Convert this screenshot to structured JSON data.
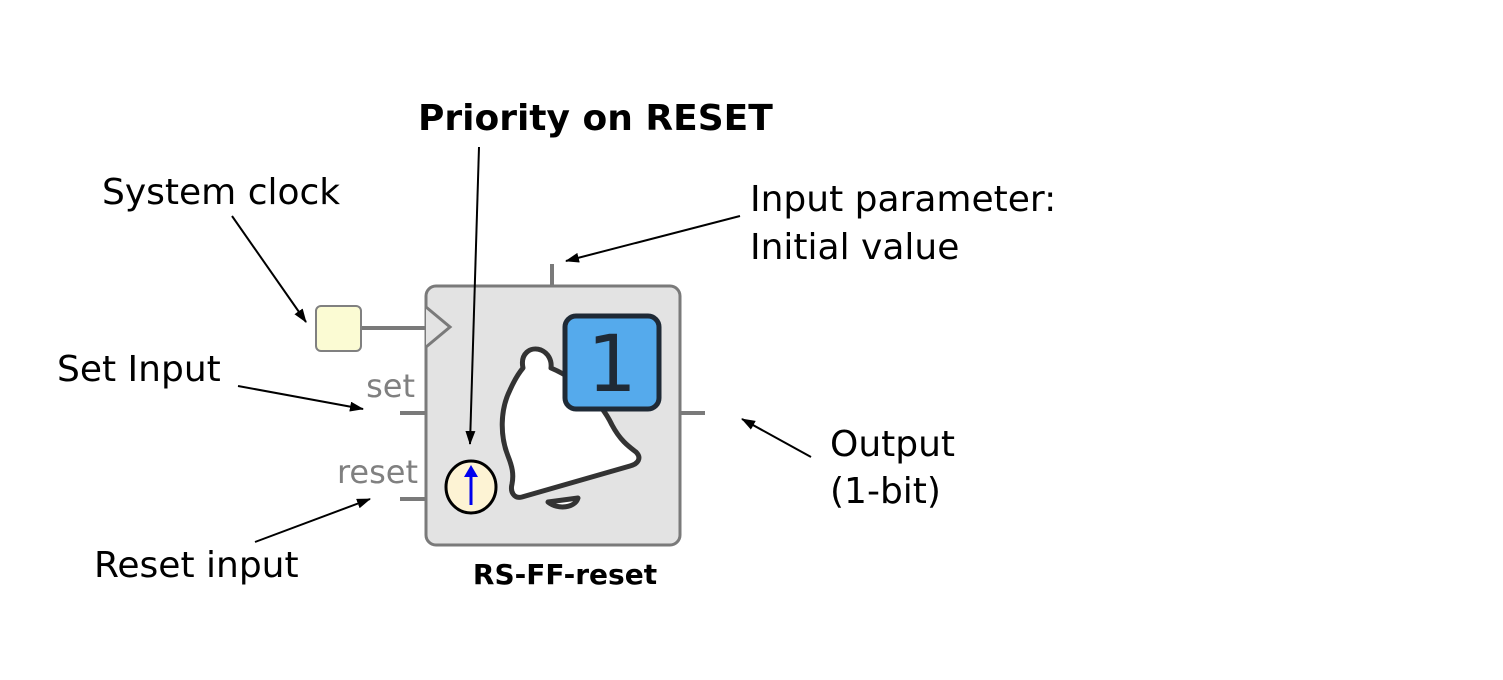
{
  "annotations": {
    "priority": "Priority on RESET",
    "system_clock": "System clock",
    "input_parameter_line1": "Input parameter:",
    "input_parameter_line2": "Initial value",
    "set_input": "Set Input",
    "reset_input": "Reset input",
    "output_line1": "Output",
    "output_line2": "(1-bit)"
  },
  "block": {
    "name": "RS-FF-reset",
    "pin_set": "set",
    "pin_reset": "reset",
    "initial_value": "1"
  },
  "icons": {
    "clock": "clock-input-square",
    "bell": "bell-icon",
    "priority": "up-arrow-circle-icon"
  },
  "colors": {
    "block_fill": "#e3e3e3",
    "block_stroke": "#7a7a7a",
    "clock_fill": "#fbfbd3",
    "value_fill": "#55aaec",
    "priority_fill": "#fdf3d4",
    "priority_arrow": "#0000ee"
  }
}
